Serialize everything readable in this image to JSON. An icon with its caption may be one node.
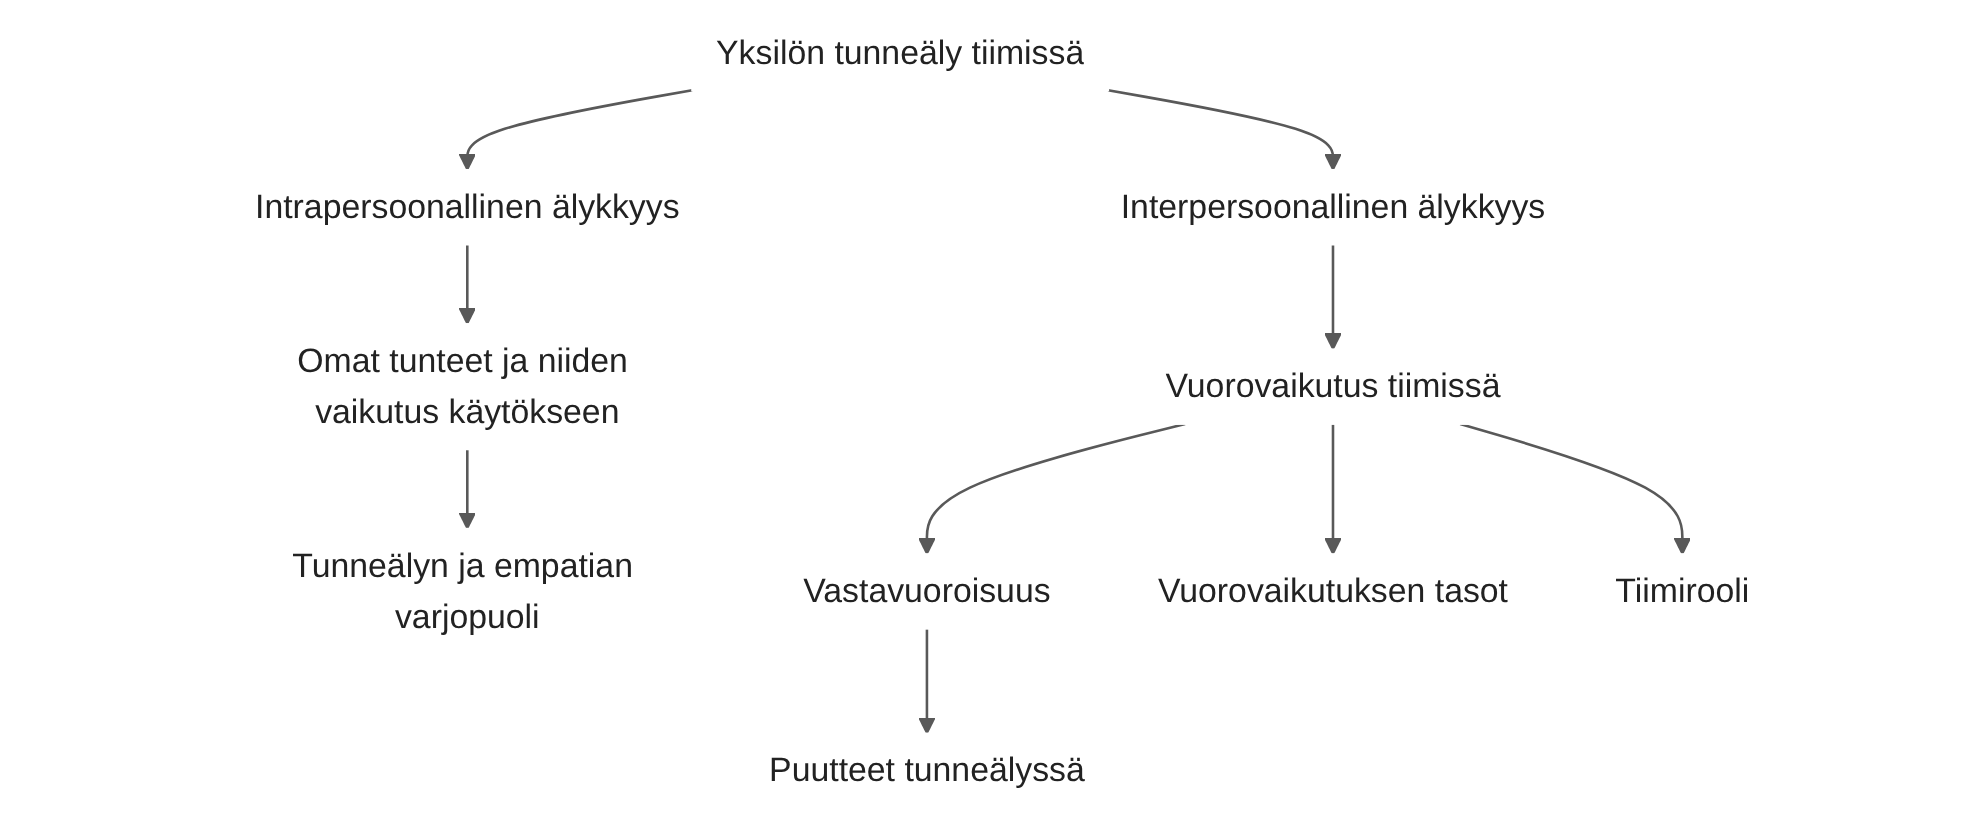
{
  "diagram": {
    "nodes": [
      {
        "text": [
          "Yksilön tunneäly tiimissä"
        ]
      },
      {
        "text": [
          "Intrapersoonallinen älykkyys"
        ]
      },
      {
        "text": [
          "Interpersoonallinen älykkyys"
        ]
      },
      {
        "text": [
          "Omat tunteet ja niiden vaikutus käytökseen"
        ]
      },
      {
        "text": [
          "Vuorovaikutus tiimissä"
        ]
      },
      {
        "text": [
          "Tunneälyn ja empatian varjopuoli"
        ]
      },
      {
        "text": [
          "Vastavuoroisuus"
        ]
      },
      {
        "text": [
          "Vuorovaikutuksen tasot"
        ]
      },
      {
        "text": [
          "Tiimirooli"
        ]
      },
      {
        "text": [
          "Puutteet tunneälyssä"
        ]
      }
    ],
    "edges": [
      {
        "from": 0,
        "to": 1,
        "arrow": "to"
      },
      {
        "from": 0,
        "to": 2,
        "arrow": "to"
      },
      {
        "from": 1,
        "to": 3,
        "arrow": "to"
      },
      {
        "from": 2,
        "to": 4,
        "arrow": "to"
      },
      {
        "from": 3,
        "to": 5,
        "arrow": "to"
      },
      {
        "from": 4,
        "to": 6,
        "arrow": "to"
      },
      {
        "from": 4,
        "to": 7,
        "arrow": "to"
      },
      {
        "from": 4,
        "to": 8,
        "arrow": "to"
      },
      {
        "from": 6,
        "to": 9,
        "arrow": "to"
      }
    ]
  }
}
